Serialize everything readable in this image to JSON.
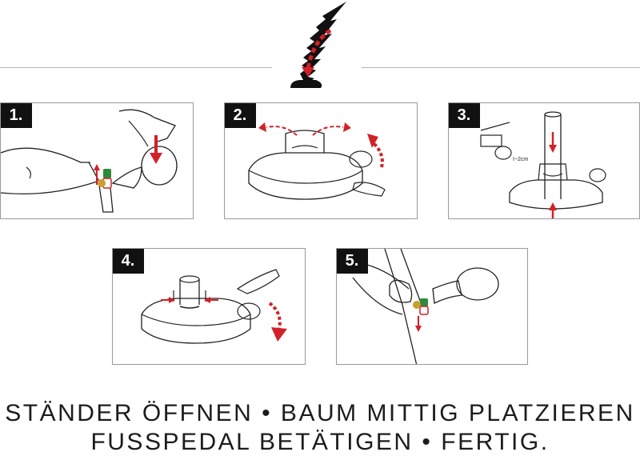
{
  "steps": [
    {
      "number": "1."
    },
    {
      "number": "2."
    },
    {
      "number": "3."
    },
    {
      "number": "4."
    },
    {
      "number": "5."
    }
  ],
  "measure_label": "I~2cm",
  "caption": {
    "line1": "STÄNDER ÖFFNEN • BAUM MITTIG PLATZIEREN",
    "line2": "FUSSPEDAL BETÄTIGEN • FERTIG."
  },
  "colors": {
    "accent_red": "#d32027",
    "line": "#222222",
    "frame": "#9a9a9a",
    "green": "#2e8b3a",
    "gold": "#c9a030"
  }
}
